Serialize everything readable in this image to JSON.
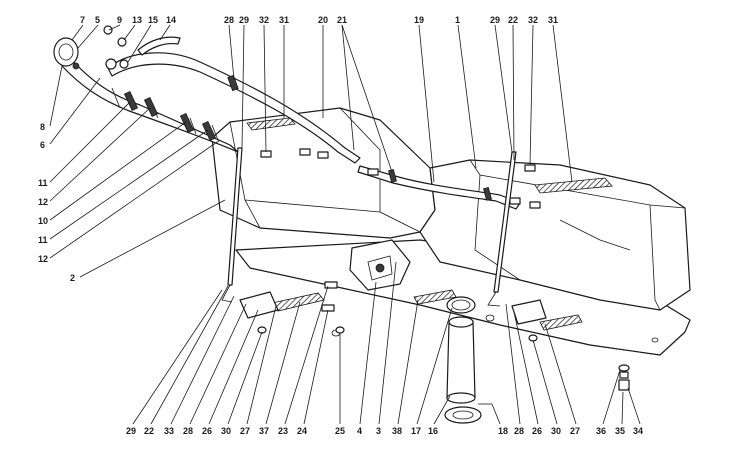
{
  "diagram": {
    "callouts_top": [
      "7",
      "5",
      "9",
      "13",
      "15",
      "14",
      "28",
      "29",
      "32",
      "31",
      "20",
      "21",
      "19",
      "1",
      "29",
      "22",
      "32",
      "31"
    ],
    "callouts_left": [
      "8",
      "6",
      "11",
      "12",
      "10",
      "11",
      "12",
      "2"
    ],
    "callouts_bottom": [
      "29",
      "22",
      "33",
      "28",
      "26",
      "30",
      "27",
      "37",
      "23",
      "24",
      "25",
      "4",
      "3",
      "38",
      "17",
      "16",
      "18",
      "28",
      "26",
      "30",
      "27",
      "36",
      "35",
      "34"
    ]
  }
}
